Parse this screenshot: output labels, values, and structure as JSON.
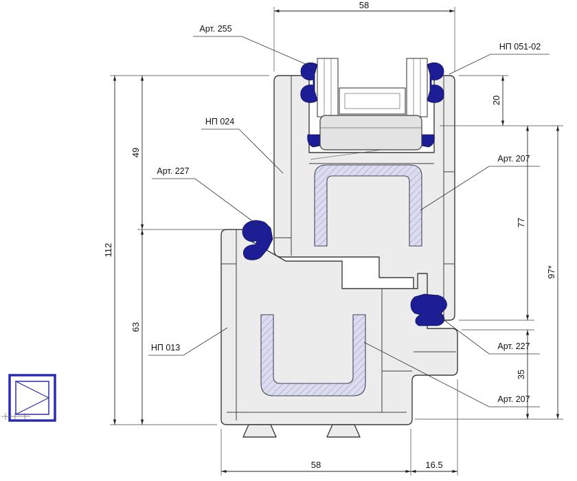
{
  "drawing": {
    "kind": "window-profile-cross-section",
    "dimensions": {
      "top_width": "58",
      "right_step": "20",
      "right_sash_height": "77",
      "right_total": "97*",
      "right_bottom": "35",
      "left_upper": "49",
      "left_total": "112",
      "left_lower": "63",
      "bottom_width": "58",
      "bottom_offset": "16.5"
    },
    "part_labels": {
      "art_255": "Арт. 255",
      "np_051_02": "НП 051-02",
      "np_024": "НП 024",
      "art_227_left": "Арт. 227",
      "art_207_upper": "Арт. 207",
      "np_013": "НП 013",
      "art_227_right": "Арт. 227",
      "art_207_lower": "Арт. 207"
    },
    "colors": {
      "profile_fill": "#ececec",
      "outline": "#3c3c3c",
      "seal": "#1d1d96",
      "reinforcement_fill": "#dcdcf0",
      "symbol_blue": "#2b2bb0",
      "dimension_line": "#222222"
    }
  }
}
